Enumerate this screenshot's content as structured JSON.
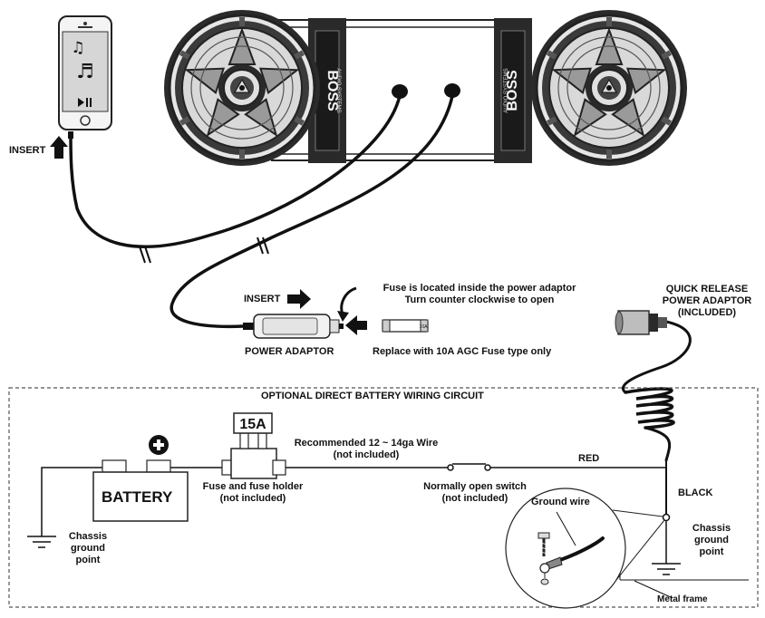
{
  "speaker_bar": {
    "brand_text": "BOSS",
    "brand_subtext": "AUDIO SYSTEMS"
  },
  "phone": {
    "insert_label": "INSERT",
    "icons": [
      "music-note-icon",
      "music-notes-icon",
      "play-pause-icon"
    ]
  },
  "power_adaptor": {
    "insert_label": "INSERT",
    "name_label": "POWER ADAPTOR",
    "fuse_note_line1": "Fuse is located inside the power adaptor",
    "fuse_note_line2": "Turn counter clockwise to open",
    "replace_note": "Replace with 10A AGC Fuse type only",
    "fuse_small_text": "10A"
  },
  "quick_release": {
    "line1": "QUICK RELEASE",
    "line2": "POWER ADAPTOR",
    "line3": "(INCLUDED)"
  },
  "circuit": {
    "title": "OPTIONAL DIRECT BATTERY WIRING CIRCUIT",
    "battery_label": "BATTERY",
    "fuse_rating": "15A",
    "fuse_holder_line1": "Fuse and fuse holder",
    "fuse_holder_line2": "(not included)",
    "wire_line1": "Recommended 12 ~ 14ga Wire",
    "wire_line2": "(not included)",
    "switch_line1": "Normally open switch",
    "switch_line2": "(not included)",
    "red_label": "RED",
    "black_label": "BLACK",
    "ground_wire_label": "Ground wire",
    "chassis_left_line1": "Chassis",
    "chassis_left_line2": "ground",
    "chassis_left_line3": "point",
    "chassis_right_line1": "Chassis",
    "chassis_right_line2": "ground",
    "chassis_right_line3": "point",
    "metal_frame_label": "Metal frame"
  }
}
